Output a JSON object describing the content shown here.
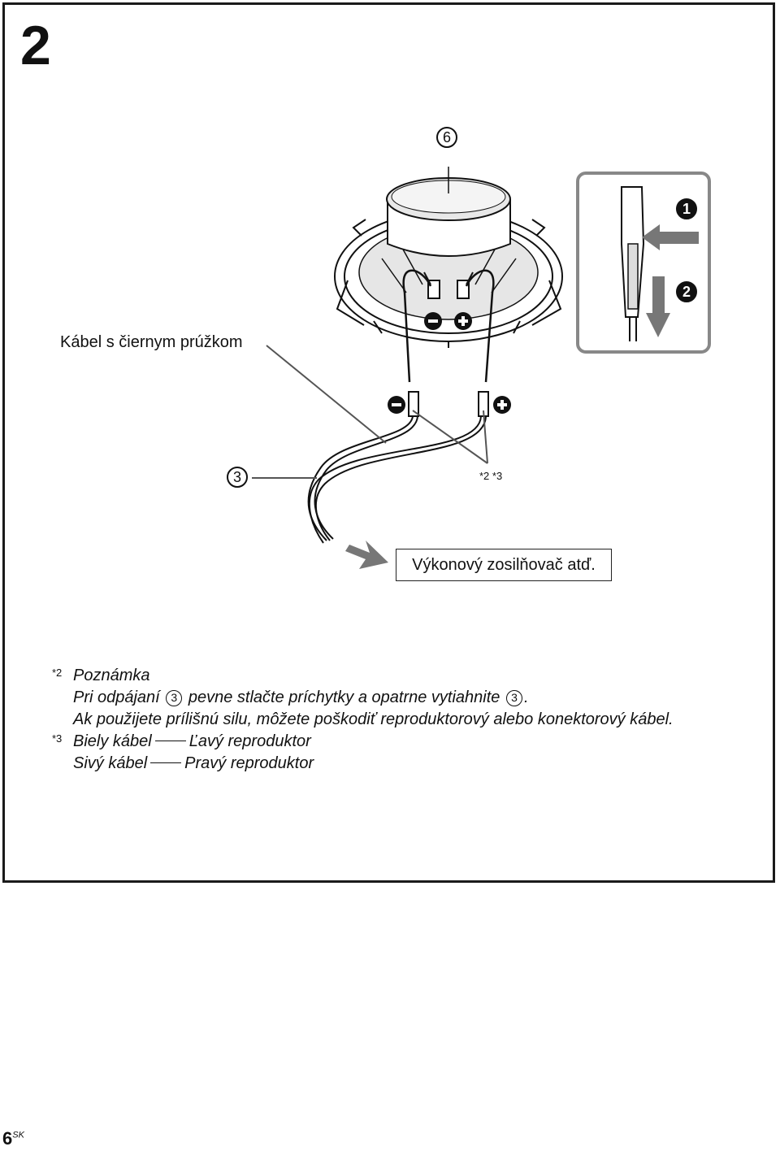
{
  "step": "2",
  "callouts": {
    "part6": "6",
    "part3": "3",
    "step1": "1",
    "step2": "2"
  },
  "labels": {
    "black_stripe_cable": "Kábel s čiernym prúžkom",
    "amplifier": "Výkonový zosilňovač atď.",
    "footnote_marks": "*2 *3"
  },
  "notes": {
    "n2_mark": "*2",
    "n2_title": "Poznámka",
    "n2_line1_a": "Pri odpájaní",
    "n2_line1_ref": "3",
    "n2_line1_b": "pevne stlačte príchytky a opatrne vytiahnite",
    "n2_line1_ref2": "3",
    "n2_line1_end": ".",
    "n2_line2": "Ak použijete prílišnú silu, môžete poškodiť reproduktorový alebo konektorový kábel.",
    "n3_mark": "*3",
    "n3_line1_a": "Biely kábel",
    "n3_line1_b": "Ľavý reproduktor",
    "n3_line2_a": "Sivý kábel",
    "n3_line2_b": "Pravý reproduktor"
  },
  "page": {
    "number": "6",
    "lang": "SK"
  }
}
